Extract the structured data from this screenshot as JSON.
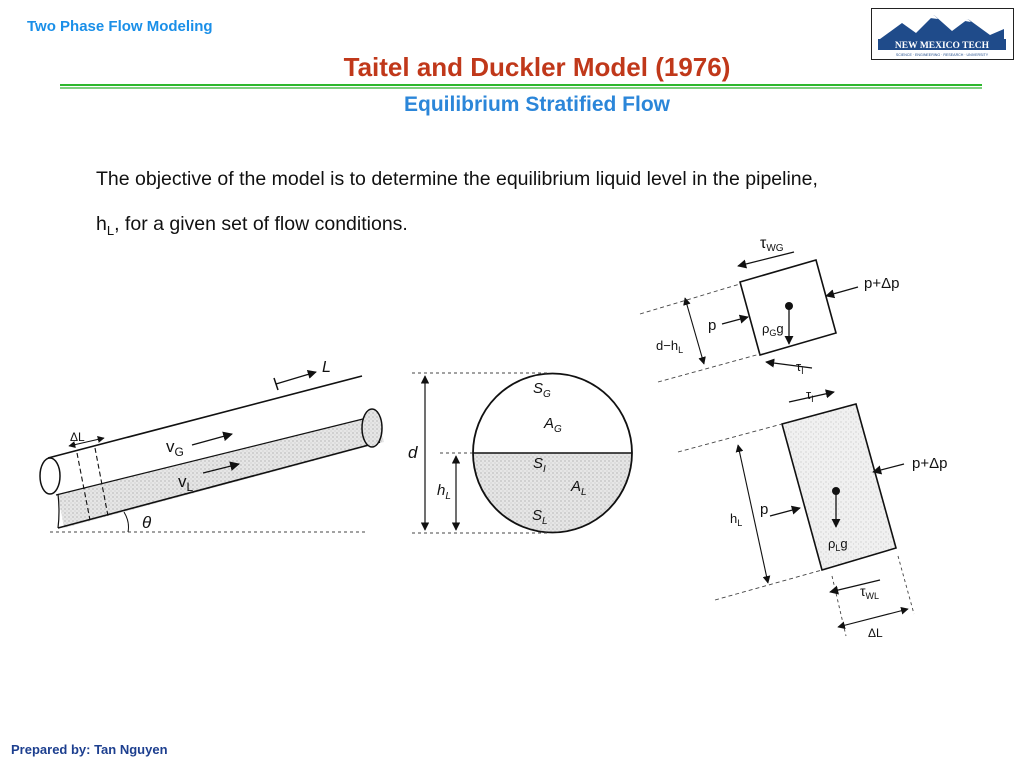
{
  "header": {
    "course_label": "Two Phase Flow Modeling"
  },
  "logo": {
    "name": "NEW MEXICO TECH",
    "tagline": "SCIENCE · ENGINEERING · RESEARCH · UNIVERSITY"
  },
  "slide": {
    "title": "Taitel and Duckler Model (1976)",
    "subtitle": "Equilibrium Stratified Flow",
    "body": {
      "line1": "The objective of the model is to determine the equilibrium liquid level in the pipeline,",
      "line2_var": "h",
      "line2_sub": "L",
      "line2_rest": ", for a given set of flow conditions."
    }
  },
  "figure": {
    "pipe": {
      "length_label": "L",
      "delta_label": "ΔL",
      "vg_main": "v",
      "vg_sub": "G",
      "vl_main": "v",
      "vl_sub": "L",
      "angle_label": "θ"
    },
    "cross_section": {
      "d_label": "d",
      "hl_main": "h",
      "hl_sub": "L",
      "sg_main": "S",
      "sg_sub": "G",
      "ag_main": "A",
      "ag_sub": "G",
      "si_main": "S",
      "si_sub": "I",
      "al_main": "A",
      "al_sub": "L",
      "sl_main": "S",
      "sl_sub": "L"
    },
    "gas_element": {
      "tau_wg_main": "τ",
      "tau_wg_sub": "WG",
      "p_plus": "p+Δp",
      "p": "p",
      "rho_main": "ρ",
      "rho_sub": "G",
      "rho_g": "g",
      "dh_main": "d−h",
      "dh_sub": "L",
      "tau_i_main": "τ",
      "tau_i_sub": "I"
    },
    "liquid_element": {
      "tau_i_main": "τ",
      "tau_i_sub": "I",
      "p_plus": "p+Δp",
      "p": "p",
      "hl_main": "h",
      "hl_sub": "L",
      "rho_main": "ρ",
      "rho_sub": "L",
      "rho_g": "g",
      "tau_wl_main": "τ",
      "tau_wl_sub": "WL",
      "delta_label": "ΔL"
    }
  },
  "footer": {
    "prepared_by": "Prepared by: Tan Nguyen"
  },
  "colors": {
    "header_blue": "#1a8fe8",
    "title_red": "#c0381a",
    "subtitle_blue": "#2b86d9",
    "divider_green": "#2eb82e",
    "footer_navy": "#1d3f8f"
  }
}
